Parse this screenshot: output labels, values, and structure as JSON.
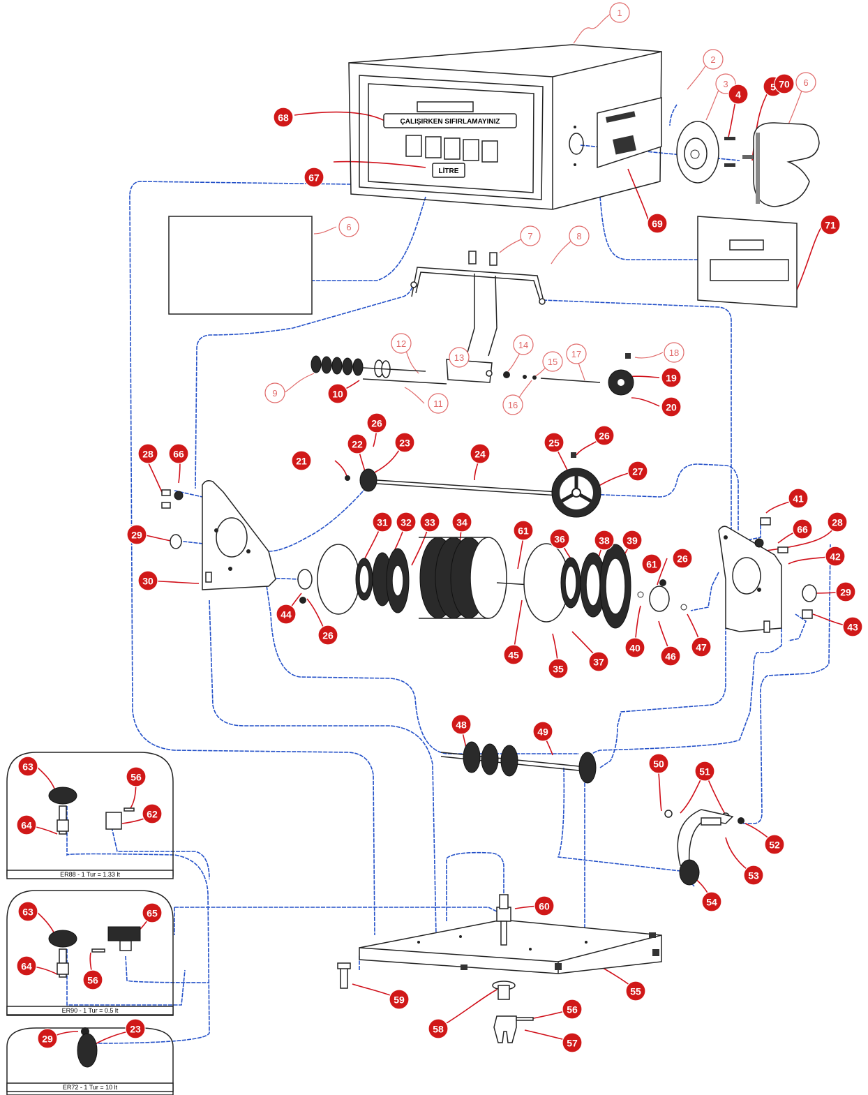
{
  "display": {
    "warning": "ÇALIŞIRKEN SIFIRLAMAYINIZ",
    "unit": "LİTRE"
  },
  "variants": [
    {
      "label": "ER88 - 1 Tur = 1.33 lt"
    },
    {
      "label": "ER90 - 1 Tur = 0.5 lt"
    },
    {
      "label": "ER72 - 1 Tur = 10 lt"
    }
  ],
  "callouts": [
    "1",
    "2",
    "3",
    "4",
    "5",
    "6",
    "7",
    "8",
    "9",
    "10",
    "11",
    "12",
    "13",
    "14",
    "15",
    "16",
    "17",
    "18",
    "19",
    "20",
    "21",
    "22",
    "23",
    "24",
    "25",
    "26",
    "27",
    "28",
    "29",
    "30",
    "31",
    "32",
    "33",
    "34",
    "35",
    "36",
    "37",
    "38",
    "39",
    "40",
    "41",
    "42",
    "43",
    "44",
    "45",
    "46",
    "47",
    "48",
    "49",
    "50",
    "51",
    "52",
    "53",
    "54",
    "55",
    "56",
    "57",
    "58",
    "59",
    "60",
    "61",
    "62",
    "63",
    "64",
    "65",
    "66",
    "67",
    "68",
    "69",
    "70",
    "71"
  ],
  "colors": {
    "callout_red": "#d01818",
    "callout_outline": "#e06a6a",
    "link_blue": "#2350c8"
  }
}
